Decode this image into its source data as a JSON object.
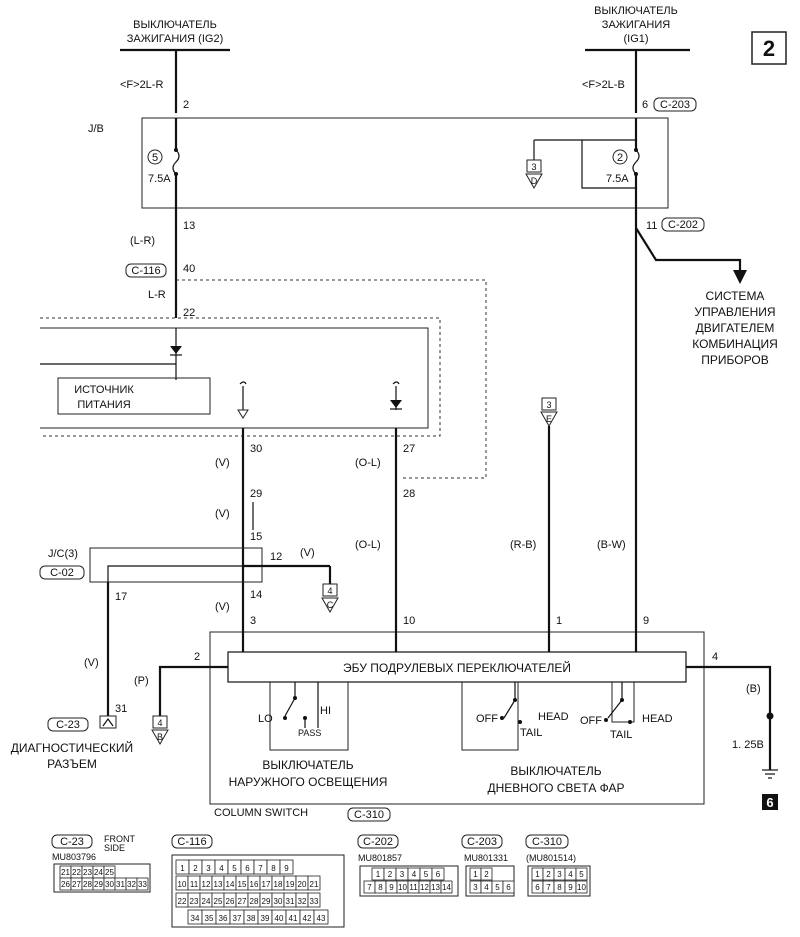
{
  "page_number": "2",
  "top": {
    "ig2_label_line1": "ВЫКЛЮЧАТЕЛЬ",
    "ig2_label_line2": "ЗАЖИГАНИЯ (IG2)",
    "ig1_label_line1": "ВЫКЛЮЧАТЕЛЬ",
    "ig1_label_line2": "ЗАЖИГАНИЯ",
    "ig1_label_line3": "(IG1)",
    "wire_ig2": "<F>2L-R",
    "wire_ig1": "<F>2L-B"
  },
  "jb": {
    "label": "J/B",
    "pin_left_top": "2",
    "pin_right_top": "6",
    "conn_right_top": "C-203",
    "fuse_left_num": "5",
    "fuse_left_rating": "7.5A",
    "fuse_right_num": "2",
    "fuse_right_rating": "7.5A",
    "ref_num": "3",
    "ref_letter": "D",
    "pin_left_bottom": "13",
    "pin_right_bottom": "11",
    "conn_right_bottom": "C-202"
  },
  "engine_system": {
    "line1": "СИСТЕМА",
    "line2": "УПРАВЛЕНИЯ",
    "line3": "ДВИГАТЕЛЕМ",
    "line4": "КОМБИНАЦИЯ",
    "line5": "ПРИБОРОВ"
  },
  "left_chain": {
    "wire_lr_paren": "(L-R)",
    "conn_c116": "C-116",
    "pin_40": "40",
    "wire_lr": "L-R",
    "pin_22": "22",
    "power_source_line1": "ИСТОЧНИК",
    "power_source_line2": "ПИТАНИЯ",
    "pin_30": "30",
    "pin_27": "27",
    "wire_v1": "(V)",
    "wire_ol1": "(O-L)",
    "pin_29": "29",
    "pin_28": "28",
    "wire_v2": "(V)",
    "pin_15": "15",
    "wire_ol2": "(O-L)",
    "wire_rb": "(R-B)",
    "wire_bw": "(B-W)",
    "ref3_num": "3",
    "ref3_letter": "E"
  },
  "jc": {
    "label": "J/C(3)",
    "conn": "C-02",
    "pin_12": "12",
    "wire_v_right": "(V)",
    "pin_17": "17",
    "pin_14": "14",
    "wire_v3": "(V)",
    "pin_3": "3",
    "ref4_num": "4",
    "ref4_letter": "C"
  },
  "ecu": {
    "title": "ЭБУ ПОДРУЛЕВЫХ ПЕРЕКЛЮЧАТЕЛЕЙ",
    "pin_2": "2",
    "pin_3": "3",
    "pin_10": "10",
    "pin_1": "1",
    "pin_9": "9",
    "pin_4": "4",
    "wire_p": "(P)",
    "wire_v_diag": "(V)",
    "wire_b": "(B)",
    "wire_125b": "1. 25B",
    "ref4b_num": "4",
    "ref4b_letter": "B",
    "ground_num": "6",
    "sw1_lo": "LO",
    "sw1_hi": "HI",
    "sw1_pass": "PASS",
    "sw2_off": "OFF",
    "sw2_head": "HEAD",
    "sw2_tail": "TAIL",
    "sw3_off": "OFF",
    "sw3_head": "HEAD",
    "sw3_tail": "TAIL",
    "sw_ext_line1": "ВЫКЛЮЧАТЕЛЬ",
    "sw_ext_line2": "НАРУЖНОГО ОСВЕЩЕНИЯ",
    "sw_day_line1": "ВЫКЛЮЧАТЕЛЬ",
    "sw_day_line2": "ДНЕВНОГО СВЕТА ФАР",
    "column_switch": "COLUMN SWITCH",
    "conn_c310": "C-310"
  },
  "diag": {
    "pin_31": "31",
    "conn": "C-23",
    "line1": "ДИАГНОСТИЧЕСКИЙ",
    "line2": "РАЗЪЕМ"
  },
  "connectors": {
    "c23": {
      "name": "C-23",
      "note1": "FRONT",
      "note2": "SIDE",
      "part": "MU803796",
      "row1": [
        "21",
        "22",
        "23",
        "24",
        "25"
      ],
      "row2": [
        "26",
        "27",
        "28",
        "29",
        "30",
        "31",
        "32",
        "33"
      ]
    },
    "c116": {
      "name": "C-116",
      "row1": [
        "1",
        "2",
        "3",
        "4",
        "5",
        "6",
        "7",
        "8",
        "9"
      ],
      "row2": [
        "10",
        "11",
        "12",
        "13",
        "14",
        "15",
        "16",
        "17",
        "18",
        "19",
        "20",
        "21"
      ],
      "row3": [
        "22",
        "23",
        "24",
        "25",
        "26",
        "27",
        "28",
        "29",
        "30",
        "31",
        "32",
        "33"
      ],
      "row4": [
        "34",
        "35",
        "36",
        "37",
        "38",
        "39",
        "40",
        "41",
        "42",
        "43"
      ]
    },
    "c202": {
      "name": "C-202",
      "part": "MU801857",
      "row1": [
        "1",
        "2",
        "3",
        "4",
        "5",
        "6"
      ],
      "row2": [
        "7",
        "8",
        "9",
        "10",
        "11",
        "12",
        "13",
        "14"
      ]
    },
    "c203": {
      "name": "C-203",
      "part": "MU801331",
      "row1": [
        "1",
        "2"
      ],
      "row2": [
        "3",
        "4",
        "5",
        "6"
      ]
    },
    "c310": {
      "name": "C-310",
      "part": "(MU801514)",
      "row1": [
        "1",
        "2",
        "3",
        "4",
        "5"
      ],
      "row2": [
        "6",
        "7",
        "8",
        "9",
        "10"
      ]
    }
  }
}
